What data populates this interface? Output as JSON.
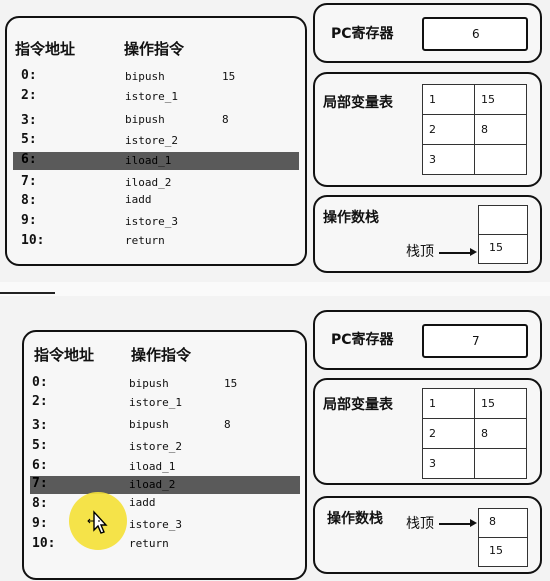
{
  "top": {
    "instructions": {
      "header_addr": "指令地址",
      "header_op": "操作指令",
      "rows": [
        {
          "addr": "0:",
          "op": "bipush",
          "arg": "15"
        },
        {
          "addr": "2:",
          "op": "istore_1",
          "arg": ""
        },
        {
          "addr": "3:",
          "op": "bipush",
          "arg": "8"
        },
        {
          "addr": "5:",
          "op": "istore_2",
          "arg": ""
        },
        {
          "addr": "6:",
          "op": "iload_1",
          "arg": ""
        },
        {
          "addr": "7:",
          "op": "iload_2",
          "arg": ""
        },
        {
          "addr": "8:",
          "op": "iadd",
          "arg": ""
        },
        {
          "addr": "9:",
          "op": "istore_3",
          "arg": ""
        },
        {
          "addr": "10:",
          "op": "return",
          "arg": ""
        }
      ],
      "highlight_index": 4
    },
    "pc": {
      "label": "PC寄存器",
      "value": "6"
    },
    "locals": {
      "label": "局部变量表",
      "cells": [
        [
          "1",
          "15"
        ],
        [
          "2",
          "8"
        ],
        [
          "3",
          ""
        ]
      ]
    },
    "stack": {
      "label": "操作数栈",
      "top_label": "栈顶",
      "cells": [
        "",
        "15"
      ]
    }
  },
  "bottom": {
    "instructions": {
      "header_addr": "指令地址",
      "header_op": "操作指令",
      "rows": [
        {
          "addr": "0:",
          "op": "bipush",
          "arg": "15"
        },
        {
          "addr": "2:",
          "op": "istore_1",
          "arg": ""
        },
        {
          "addr": "3:",
          "op": "bipush",
          "arg": "8"
        },
        {
          "addr": "5:",
          "op": "istore_2",
          "arg": ""
        },
        {
          "addr": "6:",
          "op": "iload_1",
          "arg": ""
        },
        {
          "addr": "7:",
          "op": "iload_2",
          "arg": ""
        },
        {
          "addr": "8:",
          "op": "iadd",
          "arg": ""
        },
        {
          "addr": "9:",
          "op": "istore_3",
          "arg": ""
        },
        {
          "addr": "10:",
          "op": "return",
          "arg": ""
        }
      ],
      "highlight_index": 5
    },
    "pc": {
      "label": "PC寄存器",
      "value": "7"
    },
    "locals": {
      "label": "局部变量表",
      "cells": [
        [
          "1",
          "15"
        ],
        [
          "2",
          "8"
        ],
        [
          "3",
          ""
        ]
      ]
    },
    "stack": {
      "label": "操作数栈",
      "top_label": "栈顶",
      "cells": [
        "8",
        "15"
      ]
    }
  },
  "colors": {
    "highlight": "#5a5a5a",
    "cursor_spot": "#f4e13a"
  }
}
